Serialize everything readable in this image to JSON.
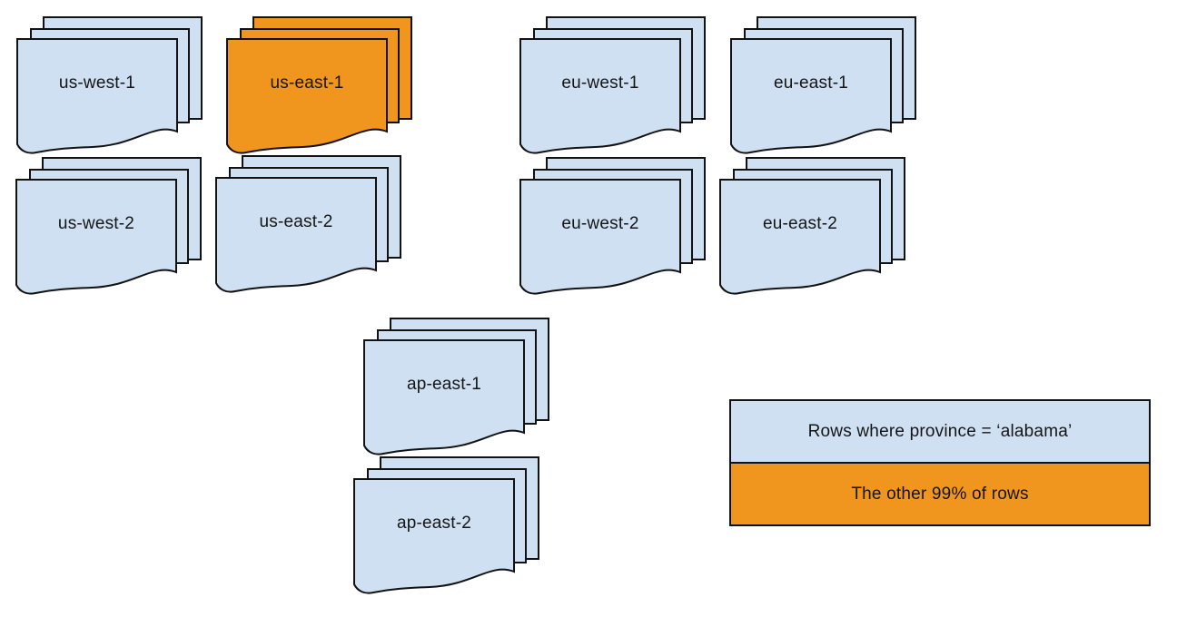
{
  "colors": {
    "region_fill": "#cfe0f3",
    "highlight_fill": "#f0961e",
    "outline": "#121212",
    "text": "#151515",
    "background": "#ffffff"
  },
  "diagram": {
    "description": "Document stacks per region",
    "regions": [
      {
        "label": "us-west-1",
        "highlighted": false
      },
      {
        "label": "us-east-1",
        "highlighted": true
      },
      {
        "label": "eu-west-1",
        "highlighted": false
      },
      {
        "label": "eu-east-1",
        "highlighted": false
      },
      {
        "label": "us-west-2",
        "highlighted": false
      },
      {
        "label": "us-east-2",
        "highlighted": false
      },
      {
        "label": "eu-west-2",
        "highlighted": false
      },
      {
        "label": "eu-east-2",
        "highlighted": false
      },
      {
        "label": "ap-east-1",
        "highlighted": false
      },
      {
        "label": "ap-east-2",
        "highlighted": false
      }
    ]
  },
  "legend": {
    "items": [
      {
        "label": "Rows where province = ‘alabama’",
        "swatch": "region_fill"
      },
      {
        "label": "The other 99% of rows",
        "swatch": "highlight_fill"
      }
    ]
  }
}
